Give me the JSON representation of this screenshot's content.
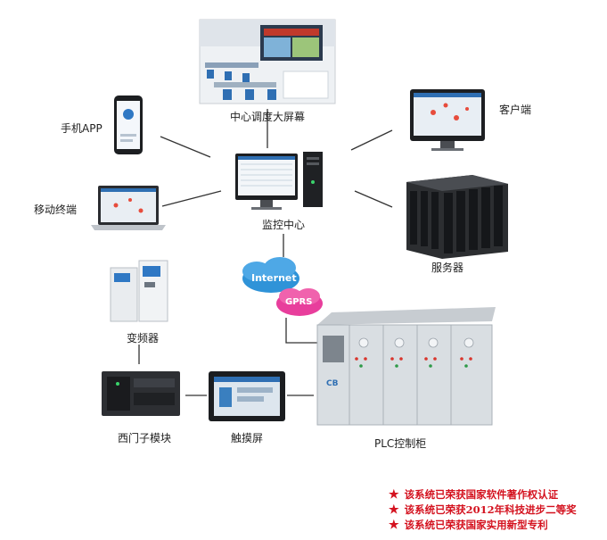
{
  "nodes": {
    "dispatch_screen": "中心调度大屏幕",
    "client": "客户端",
    "mobile_app": "手机APP",
    "mobile_terminal": "移动终端",
    "monitor_center": "监控中心",
    "server": "服务器",
    "inverter": "变频器",
    "siemens_module": "西门子模块",
    "touch_screen": "触摸屏",
    "plc_cabinet": "PLC控制柜"
  },
  "network": {
    "internet": "Internet",
    "gprs": "GPRS"
  },
  "notes": [
    "该系统已荣获国家软件著作权认证",
    "该系统已荣获2012年科技进步二等奖",
    "该系统已荣获国家实用新型专利"
  ],
  "colors": {
    "star": "#d4121f",
    "cloud_blue": "#2f93d8",
    "cloud_pink": "#e83e9c",
    "cabinet": "#d9dee2"
  }
}
